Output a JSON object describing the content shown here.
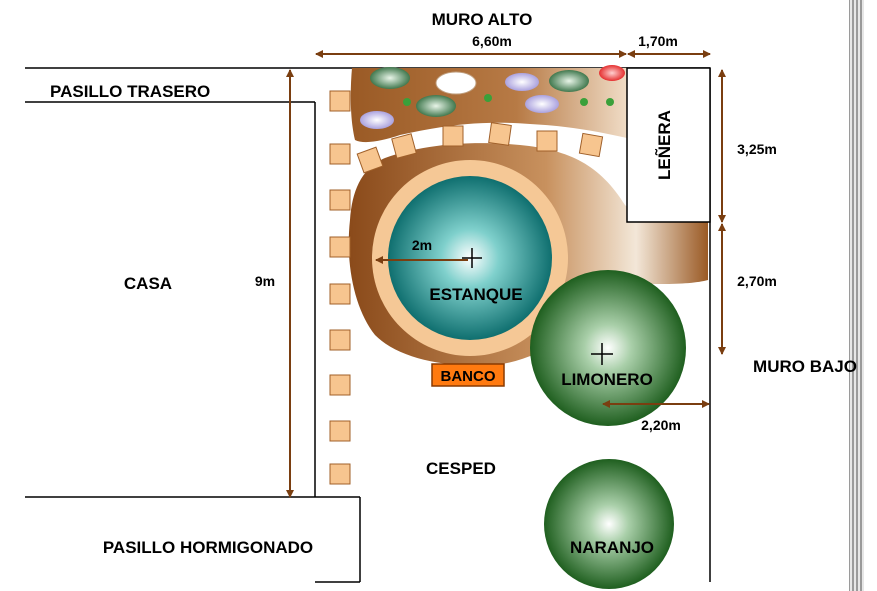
{
  "labels": {
    "muro_alto": "MURO ALTO",
    "pasillo_trasero": "PASILLO TRASERO",
    "lenera": "LEÑERA",
    "casa": "CASA",
    "estanque": "ESTANQUE",
    "banco": "BANCO",
    "limonero": "LIMONERO",
    "muro_bajo": "MURO BAJO",
    "cesped": "CESPED",
    "pasillo_hormigonado": "PASILLO HORMIGONADO",
    "naranjo": "NARANJO"
  },
  "dimensions": {
    "ancho_jardin": "6,60m",
    "ancho_lenera": "1,70m",
    "alto_lenera": "3,25m",
    "tramo_derecho": "2,70m",
    "largo_casa": "9m",
    "radio_estanque": "2m",
    "distancia_limonero": "2,20m"
  },
  "colors": {
    "line": "#000000",
    "dimension": "#7a3e10",
    "earth_dark": "#8a4a1a",
    "earth_light": "#f3e7d8",
    "pond": "#1f8f8f",
    "pond_ring": "#f5c896",
    "tree": "#2d6e2d",
    "tile": "#f7c58f",
    "bench": "#ff7a10",
    "wall_hatch": "#bdbdbd"
  }
}
